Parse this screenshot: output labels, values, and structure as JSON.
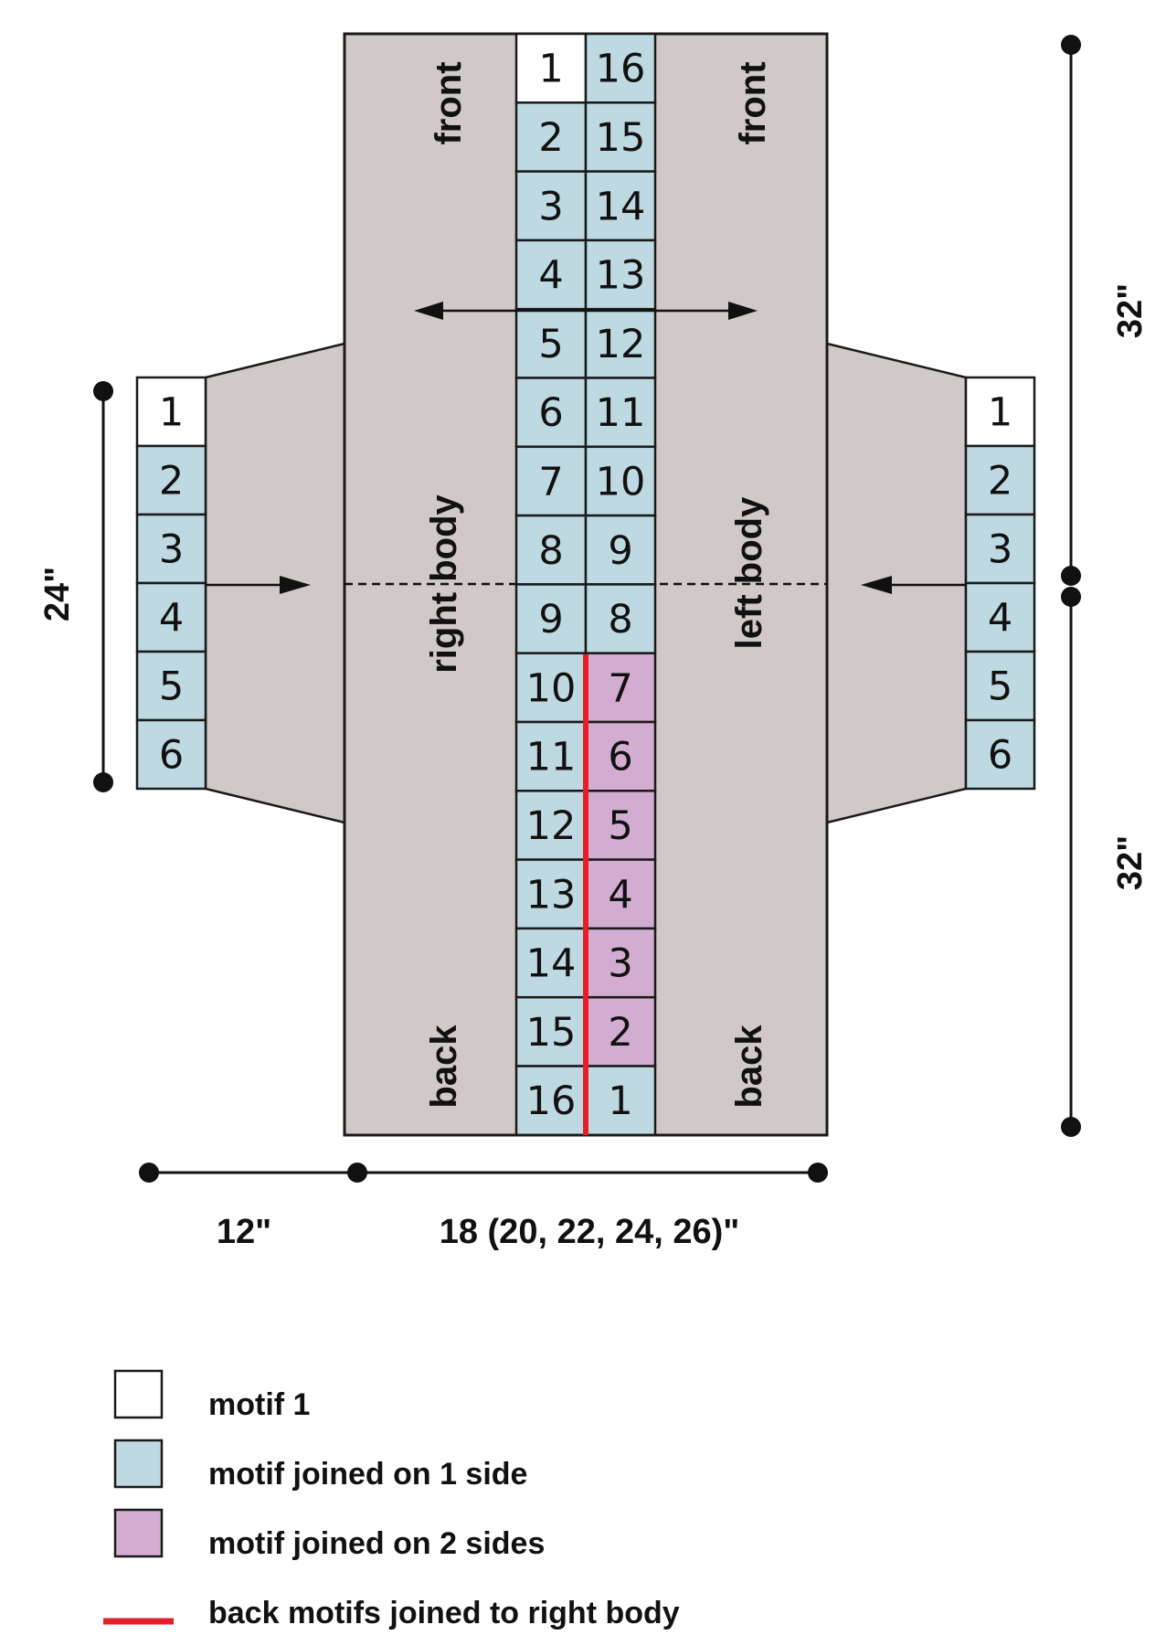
{
  "colors": {
    "background": "#ffffff",
    "panel": "#d1c9c7",
    "motif_1": "#ffffff",
    "joined_one_side": "#bfd9e2",
    "joined_two_sides": "#d3acd2",
    "join_line": "#e32027",
    "outline": "#1a1a1a"
  },
  "body": {
    "labels": {
      "front_left": "front",
      "front_right": "front",
      "right_body": "right body",
      "left_body": "left body",
      "back_left": "back",
      "back_right": "back"
    },
    "left_column": [
      {
        "number": "1",
        "type": "motif_1"
      },
      {
        "number": "2",
        "type": "joined_one_side"
      },
      {
        "number": "3",
        "type": "joined_one_side"
      },
      {
        "number": "4",
        "type": "joined_one_side"
      },
      {
        "number": "5",
        "type": "joined_one_side"
      },
      {
        "number": "6",
        "type": "joined_one_side"
      },
      {
        "number": "7",
        "type": "joined_one_side"
      },
      {
        "number": "8",
        "type": "joined_one_side"
      },
      {
        "number": "9",
        "type": "joined_one_side"
      },
      {
        "number": "10",
        "type": "joined_one_side"
      },
      {
        "number": "11",
        "type": "joined_one_side"
      },
      {
        "number": "12",
        "type": "joined_one_side"
      },
      {
        "number": "13",
        "type": "joined_one_side"
      },
      {
        "number": "14",
        "type": "joined_one_side"
      },
      {
        "number": "15",
        "type": "joined_one_side"
      },
      {
        "number": "16",
        "type": "joined_one_side"
      }
    ],
    "right_column": [
      {
        "number": "16",
        "type": "joined_one_side"
      },
      {
        "number": "15",
        "type": "joined_one_side"
      },
      {
        "number": "14",
        "type": "joined_one_side"
      },
      {
        "number": "13",
        "type": "joined_one_side"
      },
      {
        "number": "12",
        "type": "joined_one_side"
      },
      {
        "number": "11",
        "type": "joined_one_side"
      },
      {
        "number": "10",
        "type": "joined_one_side"
      },
      {
        "number": "9",
        "type": "joined_one_side"
      },
      {
        "number": "8",
        "type": "joined_one_side"
      },
      {
        "number": "7",
        "type": "joined_two_sides"
      },
      {
        "number": "6",
        "type": "joined_two_sides"
      },
      {
        "number": "5",
        "type": "joined_two_sides"
      },
      {
        "number": "4",
        "type": "joined_two_sides"
      },
      {
        "number": "3",
        "type": "joined_two_sides"
      },
      {
        "number": "2",
        "type": "joined_two_sides"
      },
      {
        "number": "1",
        "type": "joined_one_side"
      }
    ]
  },
  "sleeves": {
    "left": [
      {
        "number": "1",
        "type": "motif_1"
      },
      {
        "number": "2",
        "type": "joined_one_side"
      },
      {
        "number": "3",
        "type": "joined_one_side"
      },
      {
        "number": "4",
        "type": "joined_one_side"
      },
      {
        "number": "5",
        "type": "joined_one_side"
      },
      {
        "number": "6",
        "type": "joined_one_side"
      }
    ],
    "right": [
      {
        "number": "1",
        "type": "motif_1"
      },
      {
        "number": "2",
        "type": "joined_one_side"
      },
      {
        "number": "3",
        "type": "joined_one_side"
      },
      {
        "number": "4",
        "type": "joined_one_side"
      },
      {
        "number": "5",
        "type": "joined_one_side"
      },
      {
        "number": "6",
        "type": "joined_one_side"
      }
    ]
  },
  "dimensions": {
    "sleeve_length": "24\"",
    "front_length": "32\"",
    "back_length": "32\"",
    "sleeve_width": "12\"",
    "body_width": "18 (20, 22, 24, 26)\""
  },
  "legend": [
    {
      "swatch": "box",
      "type": "motif_1",
      "label": "motif 1"
    },
    {
      "swatch": "box",
      "type": "joined_one_side",
      "label": "motif joined on 1 side"
    },
    {
      "swatch": "box",
      "type": "joined_two_sides",
      "label": "motif joined on 2 sides"
    },
    {
      "swatch": "line",
      "type": "join_line",
      "label": "back motifs joined to right body"
    }
  ]
}
